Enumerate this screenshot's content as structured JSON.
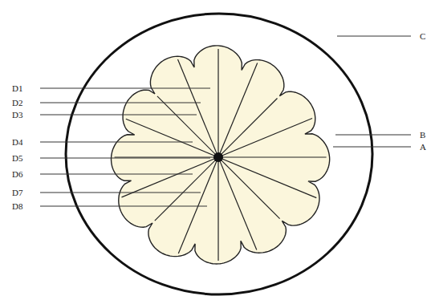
{
  "diagram": {
    "labels": [
      "D1",
      "D2",
      "D3",
      "D4",
      "D5",
      "D6",
      "D7",
      "D8",
      "C",
      "B",
      "A"
    ]
  }
}
